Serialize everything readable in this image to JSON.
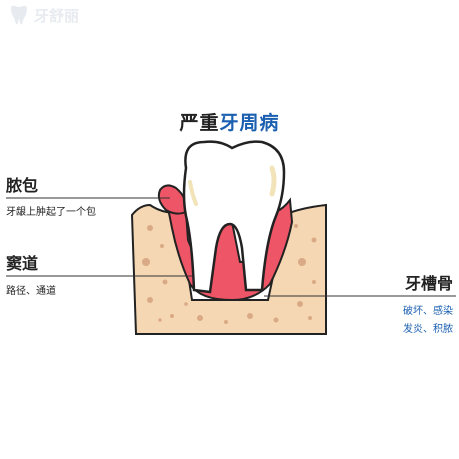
{
  "watermark": {
    "text": "牙舒丽"
  },
  "title": {
    "part1": "严重",
    "part2": "牙周病"
  },
  "labels": {
    "pus": {
      "title": "脓包",
      "desc": "牙龈上肿起了一个包"
    },
    "sinus": {
      "title": "窦道",
      "desc": "路径、通道"
    },
    "bone": {
      "title": "牙槽骨",
      "desc1": "破坏、感染",
      "desc2": "发炎、积脓"
    }
  },
  "colors": {
    "bone": "#f6d7b3",
    "bone_outline": "#222222",
    "gum": "#ee5566",
    "tooth": "#ffffff",
    "accent": "#1b5fb0"
  }
}
